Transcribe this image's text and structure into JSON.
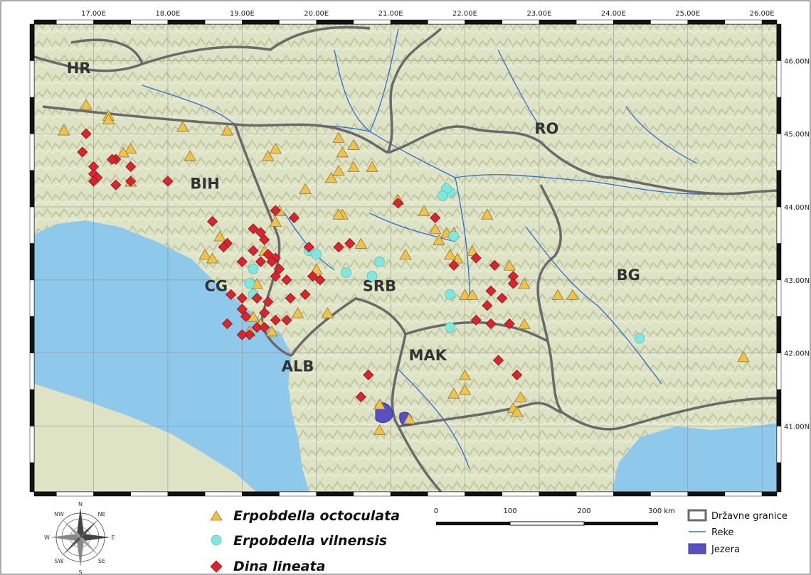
{
  "map": {
    "lon_ticks": [
      "17.00E",
      "18.00E",
      "19.00E",
      "20.00E",
      "21.00E",
      "22.00E",
      "23.00E",
      "24.00E",
      "25.00E",
      "26.00E"
    ],
    "lat_ticks": [
      "46.00N",
      "45.00N",
      "44.00N",
      "43.00N",
      "42.00N",
      "41.00N"
    ],
    "extent": {
      "lon_min": 16.2,
      "lon_max": 26.2,
      "lat_min": 40.1,
      "lat_max": 46.5
    },
    "countries": [
      {
        "label": "HR",
        "lon": 16.8,
        "lat": 45.83
      },
      {
        "label": "BIH",
        "lon": 18.5,
        "lat": 44.25
      },
      {
        "label": "CG",
        "lon": 18.65,
        "lat": 42.85
      },
      {
        "label": "SRB",
        "lon": 20.85,
        "lat": 42.85
      },
      {
        "label": "RO",
        "lon": 23.1,
        "lat": 45.0
      },
      {
        "label": "BG",
        "lon": 24.2,
        "lat": 43.0
      },
      {
        "label": "ALB",
        "lon": 19.75,
        "lat": 41.75
      },
      {
        "label": "MAK",
        "lon": 21.5,
        "lat": 41.9
      }
    ],
    "colors": {
      "triangle": "#f0c24b",
      "circle": "#7ee8df",
      "diamond": "#e0222b",
      "lake": "#5a4fc2",
      "river": "#2e6fd0",
      "border": "#6a6a6a",
      "sea": "#8ec8ea",
      "land": "#dfe3c4"
    },
    "series": {
      "octoculata": [
        [
          16.9,
          45.4
        ],
        [
          17.2,
          45.25
        ],
        [
          17.2,
          45.2
        ],
        [
          16.6,
          45.05
        ],
        [
          18.2,
          45.1
        ],
        [
          18.8,
          45.05
        ],
        [
          17.5,
          44.8
        ],
        [
          17.4,
          44.75
        ],
        [
          17.5,
          44.35
        ],
        [
          18.3,
          44.7
        ],
        [
          19.45,
          44.8
        ],
        [
          19.35,
          44.7
        ],
        [
          20.3,
          44.95
        ],
        [
          20.5,
          44.85
        ],
        [
          20.35,
          44.75
        ],
        [
          20.5,
          44.55
        ],
        [
          20.75,
          44.55
        ],
        [
          20.3,
          44.5
        ],
        [
          20.2,
          44.4
        ],
        [
          19.85,
          44.25
        ],
        [
          19.5,
          43.95
        ],
        [
          19.45,
          43.8
        ],
        [
          20.35,
          43.9
        ],
        [
          20.3,
          43.9
        ],
        [
          18.5,
          43.35
        ],
        [
          18.6,
          43.3
        ],
        [
          18.7,
          43.6
        ],
        [
          19.3,
          43.4
        ],
        [
          19.2,
          42.95
        ],
        [
          19.15,
          42.5
        ],
        [
          19.25,
          42.4
        ],
        [
          19.1,
          42.3
        ],
        [
          19.4,
          42.3
        ],
        [
          20.15,
          42.55
        ],
        [
          19.75,
          42.55
        ],
        [
          20.0,
          43.15
        ],
        [
          20.6,
          43.5
        ],
        [
          21.2,
          43.35
        ],
        [
          21.1,
          44.1
        ],
        [
          21.6,
          43.7
        ],
        [
          21.75,
          43.65
        ],
        [
          21.65,
          43.55
        ],
        [
          21.85,
          43.65
        ],
        [
          21.9,
          43.3
        ],
        [
          21.8,
          43.35
        ],
        [
          22.1,
          43.4
        ],
        [
          22.3,
          43.9
        ],
        [
          22.6,
          43.2
        ],
        [
          22.8,
          42.95
        ],
        [
          23.25,
          42.8
        ],
        [
          23.45,
          42.8
        ],
        [
          22.0,
          42.8
        ],
        [
          22.8,
          42.4
        ],
        [
          22.0,
          41.7
        ],
        [
          22.0,
          41.5
        ],
        [
          21.85,
          41.45
        ],
        [
          22.75,
          41.4
        ],
        [
          22.65,
          41.25
        ],
        [
          22.7,
          41.2
        ],
        [
          21.25,
          41.1
        ],
        [
          20.85,
          41.3
        ],
        [
          20.85,
          40.95
        ],
        [
          25.75,
          41.95
        ],
        [
          21.45,
          43.95
        ],
        [
          22.1,
          42.8
        ]
      ],
      "vilnensis": [
        [
          21.8,
          44.2
        ],
        [
          21.75,
          44.25
        ],
        [
          21.7,
          44.15
        ],
        [
          19.9,
          43.4
        ],
        [
          20.0,
          43.35
        ],
        [
          20.4,
          43.1
        ],
        [
          20.85,
          43.25
        ],
        [
          20.75,
          43.05
        ],
        [
          19.15,
          43.15
        ],
        [
          19.1,
          42.95
        ],
        [
          19.15,
          42.8
        ],
        [
          21.8,
          42.8
        ],
        [
          21.8,
          42.35
        ],
        [
          24.35,
          42.2
        ],
        [
          21.85,
          43.6
        ]
      ],
      "lineata": [
        [
          16.9,
          45.0
        ],
        [
          16.85,
          44.75
        ],
        [
          17.3,
          44.65
        ],
        [
          17.25,
          44.65
        ],
        [
          17.5,
          44.55
        ],
        [
          17.0,
          44.55
        ],
        [
          17.0,
          44.45
        ],
        [
          17.05,
          44.4
        ],
        [
          17.0,
          44.35
        ],
        [
          17.3,
          44.3
        ],
        [
          17.5,
          44.35
        ],
        [
          18.0,
          44.35
        ],
        [
          18.6,
          43.8
        ],
        [
          18.8,
          43.5
        ],
        [
          18.75,
          43.45
        ],
        [
          19.15,
          43.7
        ],
        [
          19.25,
          43.65
        ],
        [
          19.3,
          43.55
        ],
        [
          19.15,
          43.4
        ],
        [
          19.35,
          43.35
        ],
        [
          19.45,
          43.3
        ],
        [
          19.4,
          43.25
        ],
        [
          19.25,
          43.25
        ],
        [
          19.0,
          43.25
        ],
        [
          19.5,
          43.15
        ],
        [
          19.45,
          43.05
        ],
        [
          19.6,
          43.0
        ],
        [
          18.85,
          42.8
        ],
        [
          19.0,
          42.75
        ],
        [
          19.2,
          42.75
        ],
        [
          19.35,
          42.7
        ],
        [
          19.3,
          42.55
        ],
        [
          19.0,
          42.6
        ],
        [
          19.05,
          42.5
        ],
        [
          19.45,
          42.45
        ],
        [
          19.2,
          42.35
        ],
        [
          18.8,
          42.4
        ],
        [
          19.1,
          42.25
        ],
        [
          19.0,
          42.25
        ],
        [
          19.3,
          42.35
        ],
        [
          19.6,
          42.45
        ],
        [
          19.65,
          42.75
        ],
        [
          19.85,
          42.8
        ],
        [
          19.45,
          43.95
        ],
        [
          19.7,
          43.85
        ],
        [
          19.9,
          43.45
        ],
        [
          20.05,
          43.0
        ],
        [
          19.95,
          43.05
        ],
        [
          20.45,
          43.5
        ],
        [
          20.3,
          43.45
        ],
        [
          21.1,
          44.05
        ],
        [
          21.6,
          43.85
        ],
        [
          21.85,
          43.2
        ],
        [
          22.15,
          43.3
        ],
        [
          22.4,
          43.2
        ],
        [
          22.65,
          43.05
        ],
        [
          22.35,
          42.85
        ],
        [
          22.5,
          42.75
        ],
        [
          22.3,
          42.65
        ],
        [
          22.15,
          42.45
        ],
        [
          22.35,
          42.4
        ],
        [
          22.6,
          42.4
        ],
        [
          22.65,
          42.95
        ],
        [
          22.45,
          41.9
        ],
        [
          22.7,
          41.7
        ],
        [
          20.7,
          41.7
        ],
        [
          20.6,
          41.4
        ]
      ]
    }
  },
  "legend": {
    "species": [
      {
        "label": "Erpobdella octoculata",
        "symbol": "triangle"
      },
      {
        "label": "Erpobdella vilnensis",
        "symbol": "circle"
      },
      {
        "label": "Dina lineata",
        "symbol": "diamond"
      }
    ],
    "features": [
      {
        "label": "Državne granice",
        "symbol": "rect"
      },
      {
        "label": "Reke",
        "symbol": "line"
      },
      {
        "label": "Jezera",
        "symbol": "fill"
      }
    ],
    "scale": {
      "ticks": [
        "0",
        "100",
        "200",
        "300 km"
      ]
    },
    "compass": {
      "n": "N",
      "s": "S",
      "e": "E",
      "w": "W",
      "ne": "NE",
      "nw": "NW",
      "se": "SE",
      "sw": "SW"
    }
  }
}
